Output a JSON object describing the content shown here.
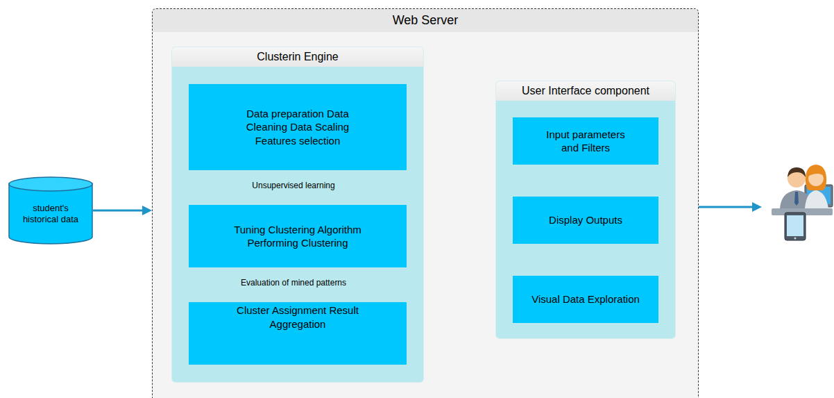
{
  "diagram": {
    "nodes": [
      {
        "text": [
          "Web Server"
        ]
      },
      {
        "text": [
          "Clusterin Engine"
        ],
        "in": 0
      },
      {
        "text": [
          "Data preparation Data Cleaning Data Scaling Features selection"
        ],
        "in": 1
      },
      {
        "text": [
          "Tuning Clustering Algorithm Performing Clustering"
        ],
        "in": 1
      },
      {
        "text": [
          "Cluster Assignment Result Aggregation"
        ],
        "in": 1
      },
      {
        "text": [
          "User Interface component"
        ],
        "in": 0
      },
      {
        "text": [
          "Input parameters and Filters"
        ],
        "in": 5
      },
      {
        "text": [
          "Display Outputs"
        ],
        "in": 5
      },
      {
        "text": [
          "Visual Data Exploration"
        ],
        "in": 5
      },
      {
        "text": [
          "student's historical data"
        ]
      }
    ],
    "edges": [
      {
        "from": 9,
        "to": 0,
        "arrow": "to"
      },
      {
        "from": 2,
        "to": 3,
        "label": "Unsupervised learning",
        "arrow": "to"
      },
      {
        "from": 3,
        "to": 4,
        "label": "Evaluation of mined patterns",
        "arrow": "to"
      },
      {
        "from": 1,
        "to": 5,
        "arrow": "both"
      }
    ]
  }
}
